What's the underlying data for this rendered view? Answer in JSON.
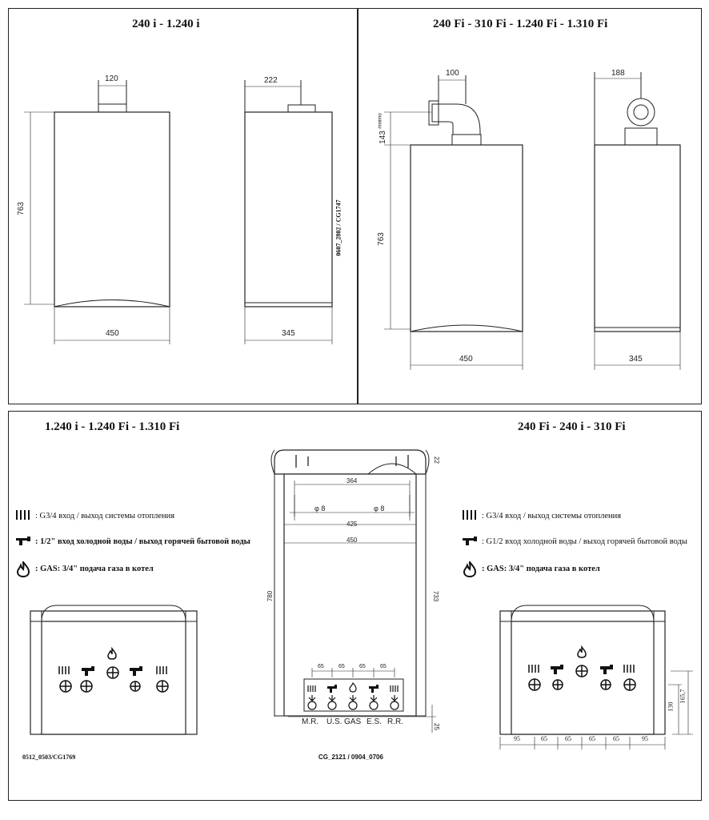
{
  "top_left": {
    "title": "240 i - 1.240 i",
    "dims": {
      "flue_w": "120",
      "height": "763",
      "width": "450",
      "depth_top": "222",
      "depth": "345"
    },
    "code": "0607_2802 / CG1747"
  },
  "top_right": {
    "title": "240 Fi - 310 Fi - 1.240 Fi - 1.310 Fi",
    "dims": {
      "flue_w": "100",
      "min_h": "143",
      "min_label": "minimo",
      "height": "763",
      "width": "450",
      "depth_top": "188",
      "depth": "345"
    }
  },
  "bottom_left": {
    "title": "1.240 i - 1.240 Fi - 1.310 Fi",
    "legend": [
      {
        "icon": "radiator-icon",
        "text": ": G3/4 вход / выход системы отопления",
        "bold": false
      },
      {
        "icon": "tap-icon",
        "text": ": 1/2\" вход холодной воды / выход горячей бытовой воды",
        "bold": true
      },
      {
        "icon": "flame-icon",
        "text": ": GAS: 3/4\" подача газа в котел",
        "bold": true
      }
    ],
    "code": "0512_0503/CG1769"
  },
  "bottom_center": {
    "dims": {
      "bracket_h": "22",
      "hole_span": "364",
      "phi_left": "φ 8",
      "phi_right": "φ 8",
      "hole_dist": "425",
      "width": "450",
      "height_left": "780",
      "height_right": "733",
      "bottom": "25",
      "spacings": [
        "65",
        "65",
        "65",
        "65"
      ]
    },
    "connections": [
      "M.R.",
      "U.S.",
      "GAS",
      "E.S.",
      "R.R."
    ],
    "code": "CG_2121 / 0904_0706"
  },
  "bottom_right": {
    "title": "240 Fi - 240 i - 310 Fi",
    "legend": [
      {
        "icon": "radiator-icon",
        "text": ": G3/4 вход / выход системы отопления",
        "bold": false
      },
      {
        "icon": "tap-icon",
        "text": ": G1/2 вход холодной воды / выход горячей бытовой воды",
        "bold": false
      },
      {
        "icon": "flame-icon",
        "text": ": GAS: 3/4\" подача газа в котел",
        "bold": true
      }
    ],
    "dims": {
      "spacings": [
        "95",
        "65",
        "65",
        "65",
        "65",
        "95"
      ],
      "h1": "130",
      "h2": "165,7"
    }
  },
  "colors": {
    "line": "#222222",
    "background": "#ffffff"
  }
}
